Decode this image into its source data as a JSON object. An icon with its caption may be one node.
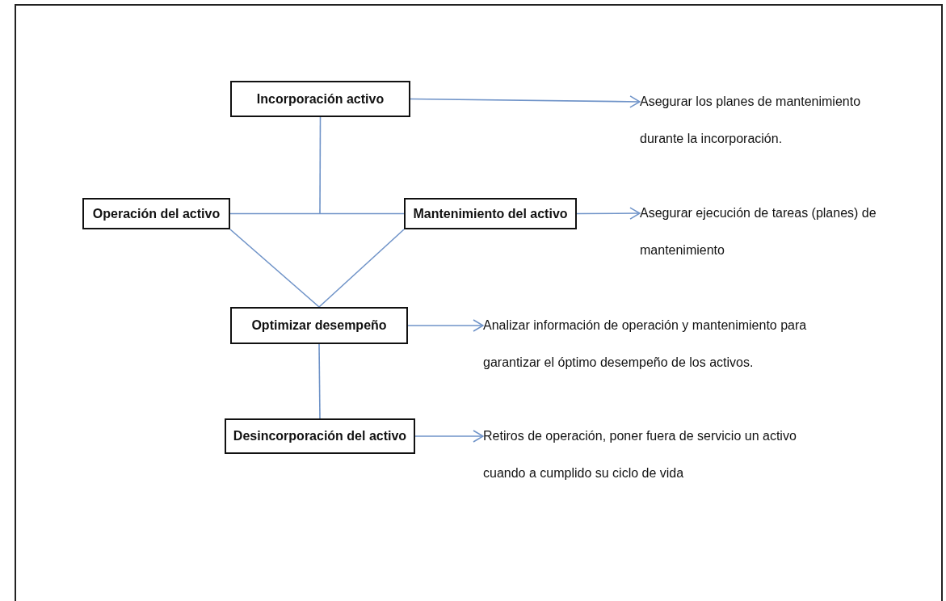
{
  "diagram": {
    "nodes": [
      {
        "text": [
          "Incorporación activo"
        ]
      },
      {
        "text": [
          "Operación del activo"
        ]
      },
      {
        "text": [
          "Mantenimiento del activo"
        ]
      },
      {
        "text": [
          "Optimizar desempeño"
        ]
      },
      {
        "text": [
          "Desincorporación del activo"
        ]
      },
      {
        "text": [
          "Asegurar los planes de mantenimiento durante la incorporación."
        ]
      },
      {
        "text": [
          "Asegurar ejecución de tareas (planes) de mantenimiento"
        ]
      },
      {
        "text": [
          "Analizar información de operación y mantenimiento para garantizar el óptimo desempeño de los activos."
        ]
      },
      {
        "text": [
          "Retiros de operación, poner fuera de servicio un activo cuando a cumplido su ciclo de vida"
        ]
      }
    ],
    "edges": [
      {
        "from": 1,
        "to": 2,
        "arrow": "none"
      },
      {
        "from": 0,
        "to": null,
        "arrow": "none"
      },
      {
        "from": 1,
        "to": 3,
        "arrow": "none"
      },
      {
        "from": 2,
        "to": 3,
        "arrow": "none"
      },
      {
        "from": 3,
        "to": 4,
        "arrow": "none"
      },
      {
        "from": 0,
        "to": 5,
        "arrow": "to"
      },
      {
        "from": 2,
        "to": 6,
        "arrow": "to"
      },
      {
        "from": 3,
        "to": 7,
        "arrow": "to"
      },
      {
        "from": 4,
        "to": 8,
        "arrow": "to"
      }
    ]
  }
}
